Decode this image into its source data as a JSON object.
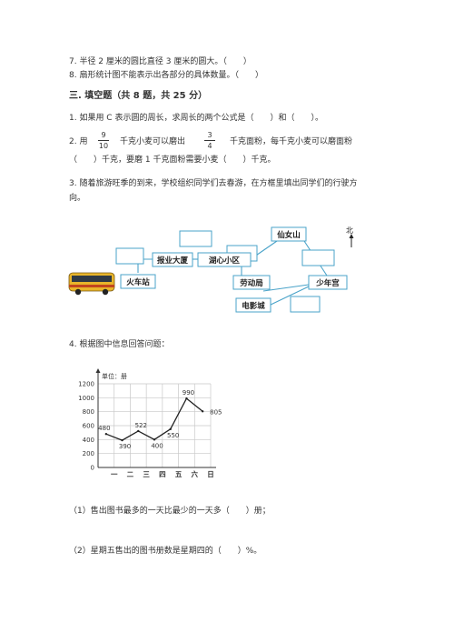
{
  "questions": {
    "q7": "7. 半径 2 厘米的圆比直径 3 厘米的圆大。（　　）",
    "q8": "8. 扇形统计图不能表示出各部分的具体数量。（　　）"
  },
  "section3": {
    "title": "三. 填空题（共 8 题，共 25 分）"
  },
  "fill": {
    "q1": "1. 如果用 C 表示圆的周长，求周长的两个公式是（　　）和（　　）。",
    "q2_a": "2. 用",
    "q2_frac1_num": "9",
    "q2_frac1_den": "10",
    "q2_b": "千克小麦可以磨出",
    "q2_frac2_num": "3",
    "q2_frac2_den": "4",
    "q2_c": "千克面粉，每千克小麦可以磨面粉",
    "q2_d": "（　　）千克，要磨 1 千克面粉需要小麦（　　）千克。",
    "q3_a": "3. 随着旅游旺季的到来，学校组织同学们去春游，在方框里填出同学们的行驶方",
    "q3_b": "向。",
    "q4": "4. 根据图中信息回答问题："
  },
  "map": {
    "places": {
      "train_station": "火车站",
      "baoye": "报业大厦",
      "huxin": "湖心小区",
      "xiannv": "仙女山",
      "labor": "劳动局",
      "youth": "少年宫",
      "cinema": "电影城"
    },
    "north": "北"
  },
  "chart_data": {
    "type": "line",
    "ylabel": "单位：册",
    "categories": [
      "一",
      "二",
      "三",
      "四",
      "五",
      "六",
      "日"
    ],
    "values": [
      480,
      390,
      522,
      400,
      550,
      990,
      805
    ],
    "yticks": [
      0,
      200,
      400,
      600,
      800,
      1000,
      1200
    ],
    "ylim": [
      0,
      1200
    ],
    "grid": true
  },
  "sub_questions": {
    "s1": "（1）售出图书最多的一天比最少的一天多（　　）册；",
    "s2": "（2）星期五售出的图书册数是星期四的（　　）%。"
  }
}
